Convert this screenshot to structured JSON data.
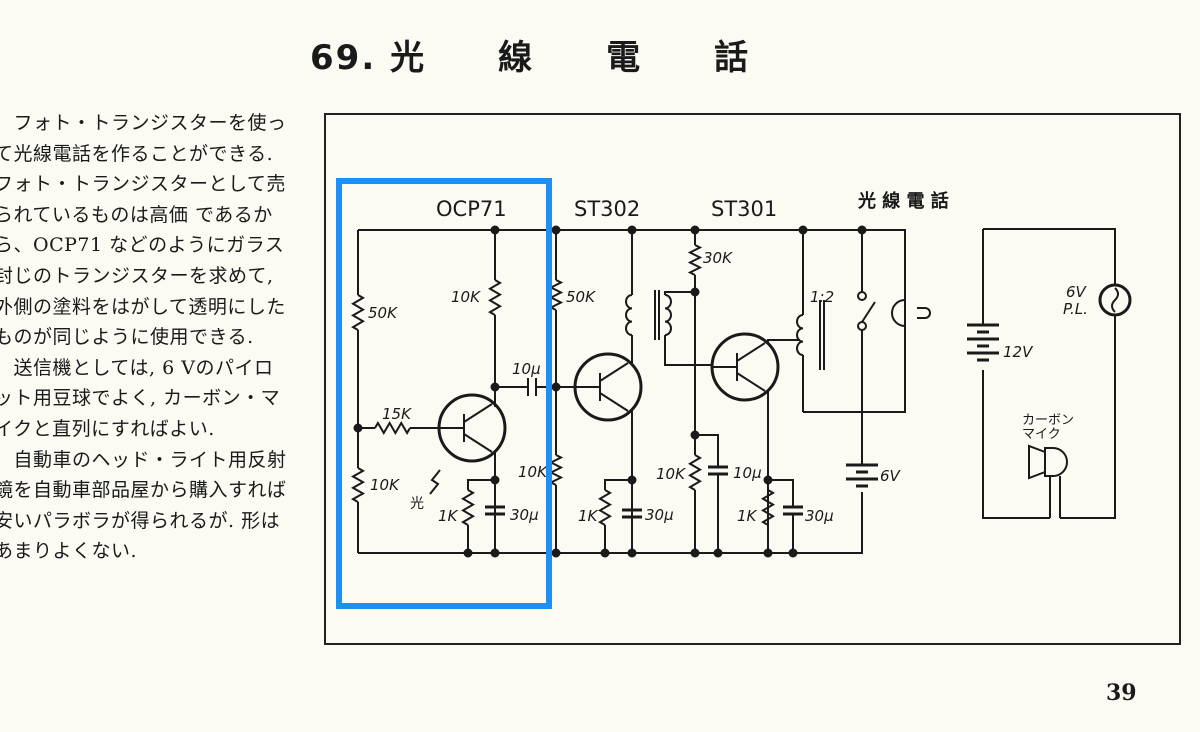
{
  "title": "69. 光　　線　　電　　話",
  "body_lines": [
    "　フォト・トランジスターを使っ",
    "て光線電話を作ることができる.",
    "フォト・トランジスターとして売",
    "られているものは高価 であるか",
    "ら、OCP71 などのようにガラス",
    "封じのトランジスターを求めて,",
    "外側の塗料をはがして透明にした",
    "ものが同じように使用できる.",
    "　送信機としては, 6 Vのパイロ",
    "ット用豆球でよく, カーボン・マ",
    "イクと直列にすればよい.",
    "　自動車のヘッド・ライト用反射",
    "鏡を自動車部品屋から購入すれば",
    "安いパラボラが得られるが. 形は",
    "あまりよくない."
  ],
  "page_number": "39",
  "diagram": {
    "highlight_color": "#1e8ff5",
    "transistors": [
      "OCP71",
      "ST302",
      "ST301"
    ],
    "heading": "光 線 電 話",
    "labels": {
      "r1": "50K",
      "r2": "10K",
      "r3": "15K",
      "r4": "10K",
      "light": "光",
      "r5": "1K",
      "c1": "30μ",
      "c_coupling": "10μ",
      "r6": "50K",
      "r7": "10K",
      "r8": "1K",
      "c2": "30μ",
      "r9": "30K",
      "r10": "10K",
      "c3": "10μ",
      "r11": "1K",
      "c4": "30μ",
      "ratio": "1:2",
      "batt1": "6V",
      "batt2": "12V",
      "lamp_v": "6V",
      "lamp_pl": "P.L.",
      "mic1": "カーボン",
      "mic2": "マイク"
    }
  }
}
